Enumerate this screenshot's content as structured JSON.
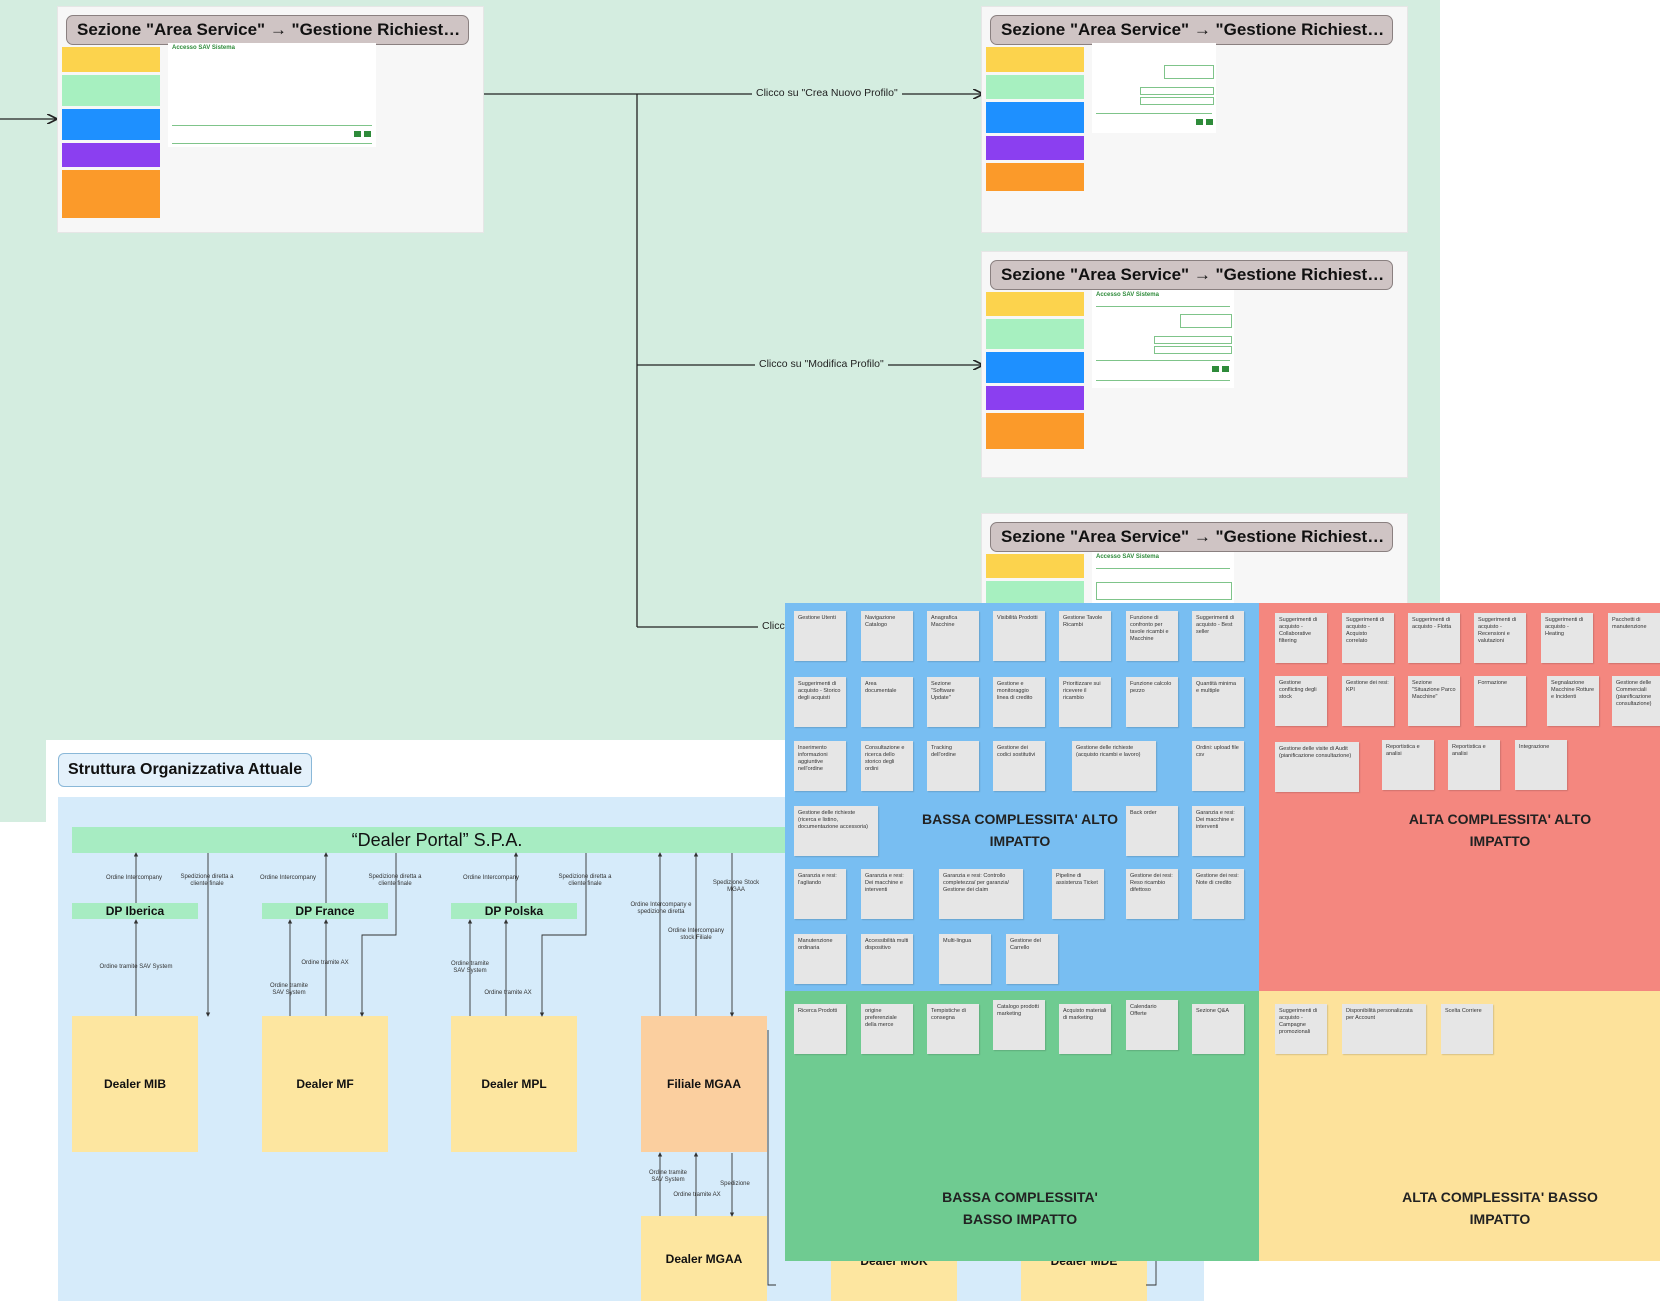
{
  "flow": {
    "frame_title": "Sezione \"Area Service\" → \"Gestione Richieste ...",
    "mock_title": "Accesso SAV Sistema",
    "edges": [
      {
        "label": "Clicco su \"Crea Nuovo Profilo\""
      },
      {
        "label": "Clicco su \"Modifica Profilo\""
      },
      {
        "label": "Clicc"
      }
    ],
    "sticky_colors": [
      "#fcd34d",
      "#a7f0c0",
      "#1e90ff",
      "#8b3ff0",
      "#fb9a2a"
    ]
  },
  "org": {
    "title": "Struttura Organizzativa Attuale",
    "company": "“Dealer Portal” S.P.A.",
    "subsidiaries": [
      "DP Iberica",
      "DP France",
      "DP Polska"
    ],
    "dealers": [
      "Dealer MIB",
      "Dealer MF",
      "Dealer MPL",
      "Filiale MGAA",
      "Dealer MGAA",
      "Dealer MUK",
      "Dealer MDE"
    ],
    "flow_labels": {
      "ordine_intercompany": "Ordine Intercompany",
      "spedizione_diretta": "Spedizione diretta a cliente finale",
      "ordine_sav": "Ordine tramite SAV System",
      "ordine_ax": "Ordine tramite AX",
      "ordine_intercompany_sped": "Ordine Intercompany e spedizione diretta",
      "ordine_stock": "Ordine Intercompany stock Filiale",
      "spedizione_stock": "Spedizione Stock MGAA",
      "spedizione": "Spedizione"
    }
  },
  "matrix": {
    "quadrants": {
      "bassa_alto": "BASSA COMPLESSITA' ALTO IMPATTO",
      "alta_alto": "ALTA COMPLESSITA' ALTO IMPATTO",
      "bassa_basso": "BASSA COMPLESSITA' BASSO IMPATTO",
      "alta_basso": "ALTA COMPLESSITA' BASSO IMPATTO"
    },
    "colors": {
      "bassa_alto": "#78bef2",
      "alta_alto": "#f4877f",
      "bassa_basso": "#6fcb91",
      "alta_basso": "#fde29b"
    },
    "notes_bassa_alto": [
      "Gestione Utenti",
      "Navigazione Catalogo",
      "Anagrafica Macchine",
      "Visibilità Prodotti",
      "Gestione Tavole Ricambi",
      "Funzione di confronto per tavole ricambi e Macchine",
      "Suggerimenti di acquisto - Best seller",
      "Suggerimenti di acquisto - Storico degli acquisti",
      "Area documentale",
      "Sezione \"Software Update\"",
      "Gestione e monitoraggio linea di credito",
      "Prioritizzare sui ricevere il ricambio",
      "Funzione calcolo pezzo",
      "Quantità minima e multiple",
      "Inserimento informazioni aggiuntive nell'ordine",
      "Consultazione e ricerca dello storico degli ordini",
      "Tracking dell'ordine",
      "Gestione dei codici sostitutivi",
      "Gestione delle richieste (acquisto ricambi e lavoro)",
      "Ordini: upload file csv",
      "Gestione delle richieste (ricerca e listino, documentazione accessoria)",
      "Back order",
      "Garanzia e resi: Dei macchine e interventi",
      "Garanzia e resi: l'agliando",
      "Garanzia e resi: Dei macchine e interventi",
      "Garanzia e resi: Controllo completezza/ per garanzia/ Gestione dei claim",
      "Pipeline di assistenza Ticket",
      "Gestione dei resi: Reso ricambio difettoso",
      "Gestione dei resi: Note di credito",
      "Manutenzione ordinaria",
      "Accessibilità multi dispositivo",
      "Multi-lingua",
      "Gestione del Carrello"
    ],
    "notes_alta_alto": [
      "Suggerimenti di acquisto - Collaborative filtering",
      "Suggerimenti di acquisto - Acquisto correlato",
      "Suggerimenti di acquisto - Flotta",
      "Suggerimenti di acquisto - Recensioni e valutazioni",
      "Suggerimenti di acquisto - Heating",
      "Pacchetti di manutenzione",
      "Gestione conflicting degli stock",
      "Gestione dei resi: KPI",
      "Sezione \"Situazione Parco Macchine\"",
      "Formazione",
      "Segnalazione Macchine Rotture e Incidenti",
      "Gestione delle Commerciali (pianificazione consultazione)",
      "Gestione delle visite di Audit (pianificazione consultazione)",
      "Reportistica e analisi",
      "Reportistica e analisi",
      "Integrazione"
    ],
    "notes_bassa_basso": [
      "Ricerca Prodotti",
      "origine preferenziale della merce",
      "Tempistiche di consegna",
      "Catalogo prodotti marketing",
      "Acquisto materiali di marketing",
      "Calendario Offerte",
      "Sezione Q&A"
    ],
    "notes_alta_basso": [
      "Suggerimenti di acquisto - Campagne promozionali",
      "Disponibilità personalizzata per Account",
      "Scelta Corriere"
    ]
  }
}
